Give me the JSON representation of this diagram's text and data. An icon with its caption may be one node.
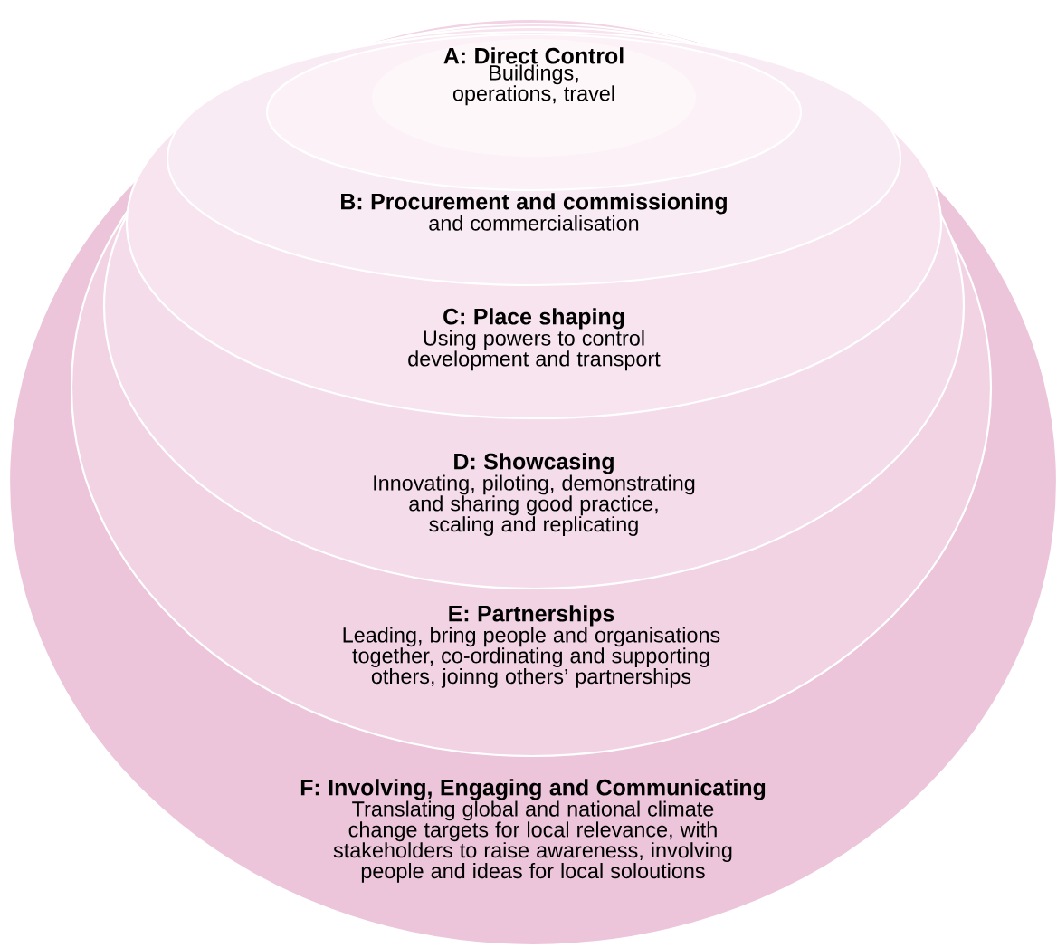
{
  "diagram": {
    "nodes": [
      {
        "text": [
          "F: Involving, Engaging and Communicating",
          "Translating global and national climate change targets for local relevance, with stakeholders to raise awareness, involving people and ideas for local soloutions"
        ]
      },
      {
        "text": [
          "E: Partnerships",
          "Leading, bring people and organisations together, co-ordinating and supporting others, joinng others’ partnerships"
        ],
        "in": 0
      },
      {
        "text": [
          "D: Showcasing",
          "Innovating, piloting, demonstrating and sharing good practice, scaling and replicating"
        ],
        "in": 1
      },
      {
        "text": [
          "C: Place shaping",
          "Using powers to control development and transport"
        ],
        "in": 2
      },
      {
        "text": [
          "B: Procurement and commissioning",
          "and commercialisation"
        ],
        "in": 3
      },
      {
        "text": [
          "A: Direct Control",
          "Buildings, operations, travel"
        ],
        "in": 4
      }
    ]
  }
}
